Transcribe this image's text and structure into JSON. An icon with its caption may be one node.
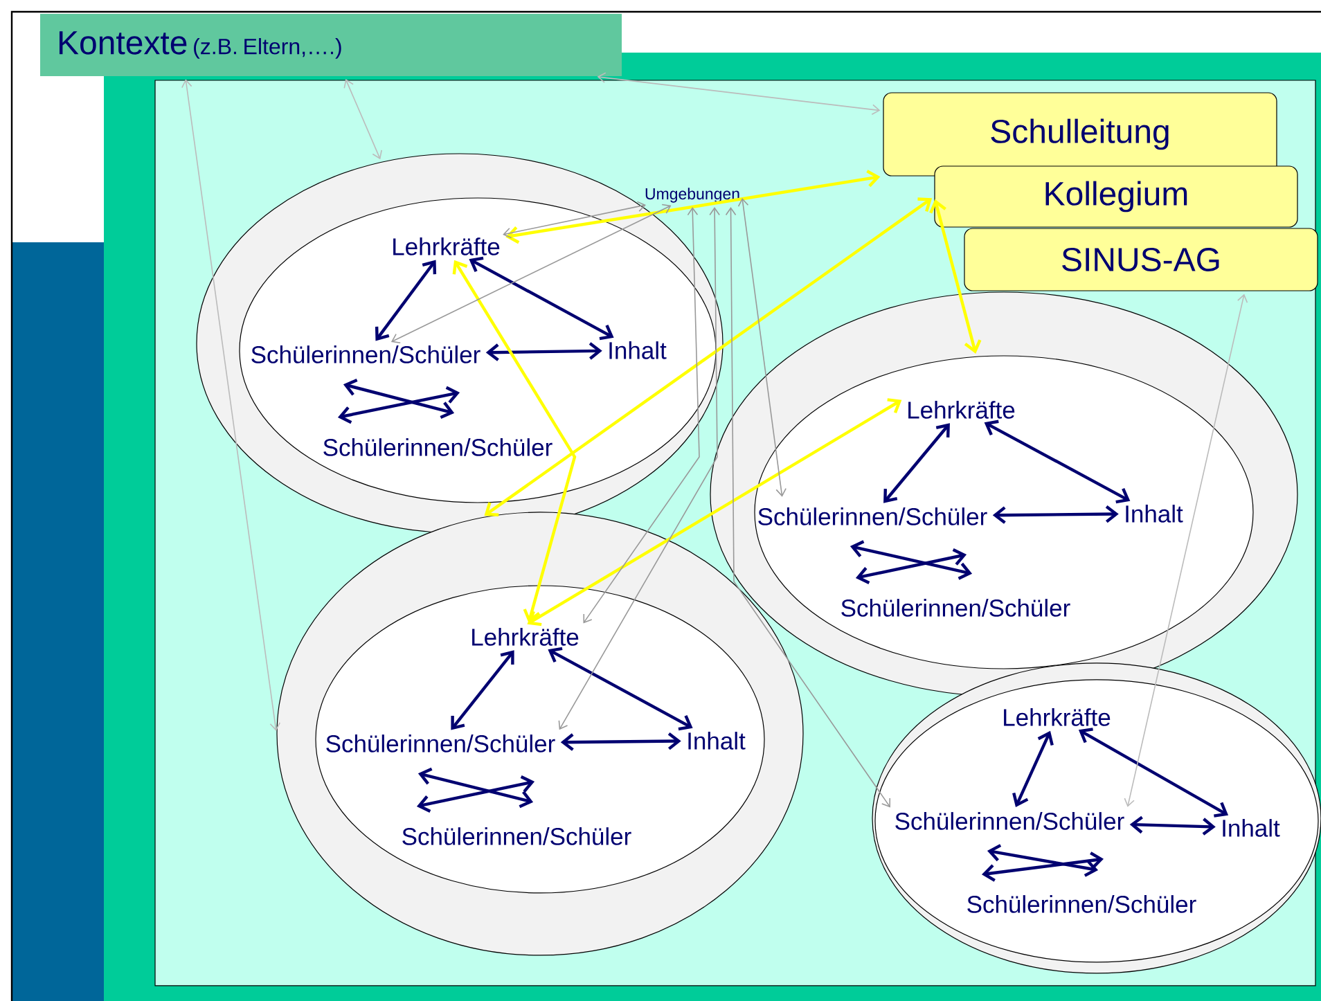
{
  "diagram": {
    "nodes": [
      {
        "text": [
          "Kontexte",
          "(z.B. Eltern,….)"
        ]
      },
      {
        "text": [
          "Schulleitung"
        ]
      },
      {
        "text": [
          "Kollegium"
        ]
      },
      {
        "text": [
          "SINUS-AG"
        ]
      },
      {
        "text": [],
        "shape": "ellipse"
      },
      {
        "text": [],
        "shape": "ellipse",
        "in": 4
      },
      {
        "text": [
          "Lehrkräfte"
        ],
        "in": 5
      },
      {
        "text": [
          "Schülerinnen/Schüler"
        ],
        "in": 5
      },
      {
        "text": [
          "Inhalt"
        ],
        "in": 5
      },
      {
        "text": [
          "Schülerinnen/Schüler"
        ],
        "in": 5
      },
      {
        "text": [
          "Umgebungen"
        ]
      },
      {
        "text": [],
        "shape": "ellipse"
      },
      {
        "text": [],
        "shape": "ellipse",
        "in": 11
      },
      {
        "text": [
          "Lehrkräfte"
        ],
        "in": 12
      },
      {
        "text": [
          "Schülerinnen/Schüler"
        ],
        "in": 12
      },
      {
        "text": [
          "Inhalt"
        ],
        "in": 12
      },
      {
        "text": [
          "Schülerinnen/Schüler"
        ],
        "in": 12
      },
      {
        "text": [],
        "shape": "ellipse"
      },
      {
        "text": [],
        "shape": "ellipse",
        "in": 17
      },
      {
        "text": [
          "Lehrkräfte"
        ],
        "in": 18
      },
      {
        "text": [
          "Schülerinnen/Schüler"
        ],
        "in": 18
      },
      {
        "text": [
          "Inhalt"
        ],
        "in": 18
      },
      {
        "text": [
          "Schülerinnen/Schüler"
        ],
        "in": 18
      },
      {
        "text": [],
        "shape": "ellipse"
      },
      {
        "text": [],
        "shape": "ellipse",
        "in": 23
      },
      {
        "text": [
          "Lehrkräfte"
        ],
        "in": 24
      },
      {
        "text": [
          "Schülerinnen/Schüler"
        ],
        "in": 24
      },
      {
        "text": [
          "Inhalt"
        ],
        "in": 24
      },
      {
        "text": [
          "Schülerinnen/Schüler"
        ],
        "in": 24
      }
    ],
    "edges": [
      {
        "from": 6,
        "to": 7,
        "arrow": "both"
      },
      {
        "from": 6,
        "to": 8,
        "arrow": "both"
      },
      {
        "from": 7,
        "to": 8,
        "arrow": "both"
      },
      {
        "from": 7,
        "to": 9,
        "arrow": "both"
      },
      {
        "from": 9,
        "to": 7,
        "arrow": "both"
      },
      {
        "from": 13,
        "to": 14,
        "arrow": "both"
      },
      {
        "from": 13,
        "to": 15,
        "arrow": "both"
      },
      {
        "from": 14,
        "to": 15,
        "arrow": "both"
      },
      {
        "from": 14,
        "to": 16,
        "arrow": "both"
      },
      {
        "from": 16,
        "to": 14,
        "arrow": "both"
      },
      {
        "from": 19,
        "to": 20,
        "arrow": "both"
      },
      {
        "from": 19,
        "to": 21,
        "arrow": "both"
      },
      {
        "from": 20,
        "to": 21,
        "arrow": "both"
      },
      {
        "from": 20,
        "to": 22,
        "arrow": "both"
      },
      {
        "from": 22,
        "to": 20,
        "arrow": "both"
      },
      {
        "from": 25,
        "to": 26,
        "arrow": "both"
      },
      {
        "from": 25,
        "to": 27,
        "arrow": "both"
      },
      {
        "from": 26,
        "to": 27,
        "arrow": "both"
      },
      {
        "from": 26,
        "to": 28,
        "arrow": "both"
      },
      {
        "from": 28,
        "to": 26,
        "arrow": "both"
      },
      {
        "from": 6,
        "to": 1,
        "arrow": "both",
        "color": "#ffff00"
      },
      {
        "from": 6,
        "to": 19,
        "arrow": "both",
        "color": "#ffff00"
      },
      {
        "from": 2,
        "to": 17,
        "arrow": "both",
        "color": "#ffff00"
      },
      {
        "from": 2,
        "to": 12,
        "arrow": "both",
        "color": "#ffff00"
      },
      {
        "from": 13,
        "to": 19,
        "arrow": "both",
        "color": "#ffff00"
      },
      {
        "from": 6,
        "to": 10,
        "arrow": "both",
        "color": "#999999"
      },
      {
        "from": 10,
        "to": 7,
        "arrow": "both",
        "color": "#999999"
      },
      {
        "from": 10,
        "to": 19,
        "arrow": "both",
        "color": "#999999"
      },
      {
        "from": 10,
        "to": 20,
        "arrow": "both",
        "color": "#999999"
      },
      {
        "from": 10,
        "to": 14,
        "arrow": "both",
        "color": "#999999"
      },
      {
        "from": 10,
        "to": 26,
        "arrow": "both",
        "color": "#999999"
      },
      {
        "from": 0,
        "to": 4,
        "arrow": "both",
        "color": "#bbbbbb"
      },
      {
        "from": 0,
        "to": 1,
        "arrow": "both",
        "color": "#bbbbbb"
      },
      {
        "from": 0,
        "to": 17,
        "arrow": "both",
        "color": "#bbbbbb"
      },
      {
        "from": 3,
        "to": 26,
        "arrow": "both",
        "color": "#bbbbbb"
      }
    ]
  }
}
